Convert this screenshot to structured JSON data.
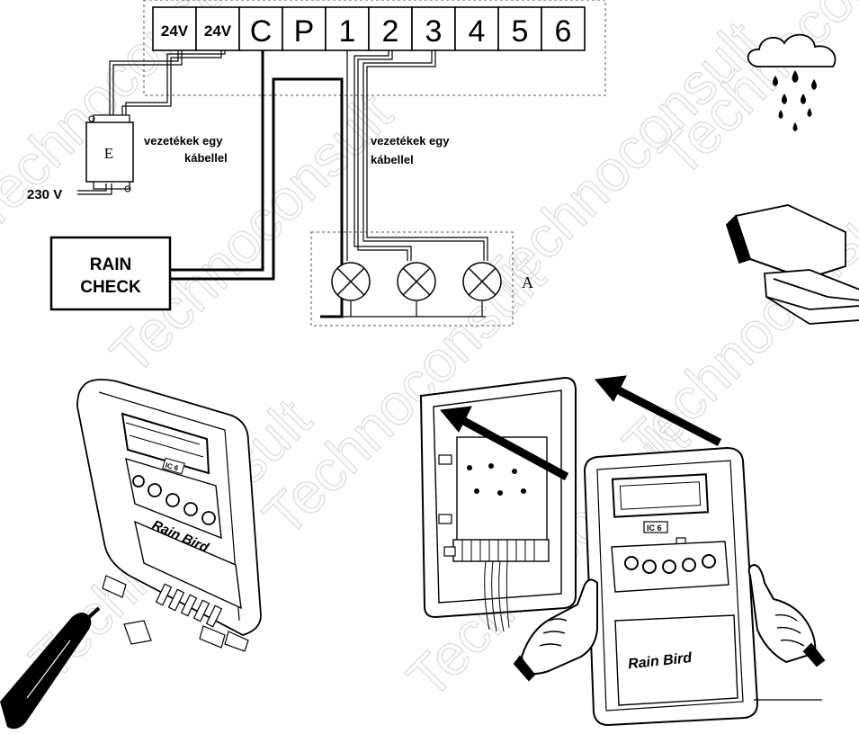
{
  "terminals": [
    "24V",
    "24V",
    "C",
    "P",
    "1",
    "2",
    "3",
    "4",
    "5",
    "6"
  ],
  "transformer": {
    "label": "E",
    "input_voltage": "230 V"
  },
  "cable_note_left": {
    "line1": "vezetékek egy",
    "line2": "kábellel"
  },
  "cable_note_right": {
    "line1": "vezetékek egy",
    "line2": "kábellel"
  },
  "rain_sensor": {
    "line1": "RAIN",
    "line2": "CHECK"
  },
  "valve_group": {
    "label": "A",
    "valve_count": 3
  },
  "watermark": "Technoconsult",
  "brand_logo": "Rain Bird",
  "model_badge": "IC 6",
  "colors": {
    "ink": "#000000",
    "dashed_frame": "#555555",
    "watermark": "#d9d9d9"
  }
}
